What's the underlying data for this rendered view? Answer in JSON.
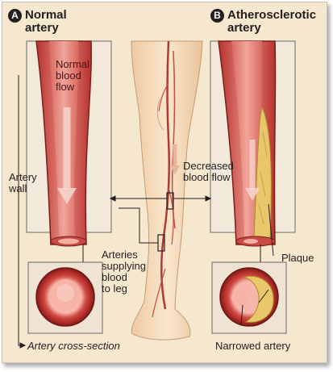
{
  "panel_a": {
    "badge": "A",
    "title_line1": "Normal",
    "title_line2": "artery"
  },
  "panel_b": {
    "badge": "B",
    "title_line1": "Atherosclerotic",
    "title_line2": "artery"
  },
  "labels": {
    "normal_flow_1": "Normal",
    "normal_flow_2": "blood",
    "normal_flow_3": "flow",
    "artery_wall_1": "Artery",
    "artery_wall_2": "wall",
    "decreased_flow_1": "Decreased",
    "decreased_flow_2": "blood flow",
    "arteries_leg_1": "Arteries",
    "arteries_leg_2": "supplying",
    "arteries_leg_3": "blood",
    "arteries_leg_4": "to leg",
    "plaque": "Plaque",
    "cross_section": "Artery cross-section",
    "narrowed": "Narrowed artery"
  },
  "colors": {
    "background": "#f6e7cf",
    "artery_red": "#c8453f",
    "plaque_yellow": "#e8c76a",
    "skin": "#f5dcbc"
  }
}
